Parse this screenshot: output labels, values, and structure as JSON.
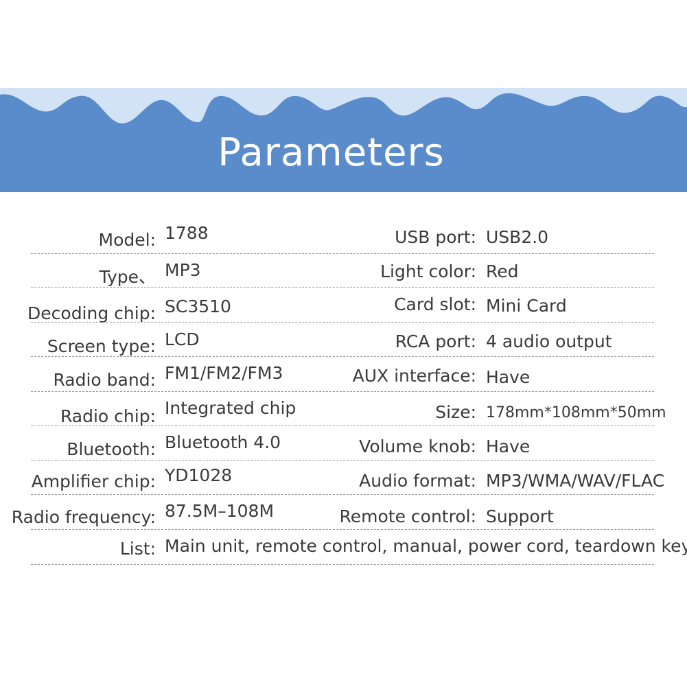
{
  "header": {
    "title": "Parameters"
  },
  "colors": {
    "banner": "#5a8bca",
    "wave_light": "#d2e3f5",
    "text": "#3a3a3a",
    "rule": "#9a9a9a"
  },
  "params": {
    "left": [
      {
        "label": "Model:",
        "value": "1788"
      },
      {
        "label": "Type、",
        "value": "MP3"
      },
      {
        "label": "Decoding chip:",
        "value": "SC3510"
      },
      {
        "label": "Screen type:",
        "value": "LCD"
      },
      {
        "label": "Radio band:",
        "value": "FM1/FM2/FM3"
      },
      {
        "label": "Radio chip:",
        "value": "Integrated chip"
      },
      {
        "label": "Bluetooth:",
        "value": "Bluetooth 4.0"
      },
      {
        "label": "Amplifier chip:",
        "value": "YD1028"
      },
      {
        "label": "Radio frequency:",
        "value": "87.5M–108M"
      }
    ],
    "right": [
      {
        "label": "USB port:",
        "value": "USB2.0"
      },
      {
        "label": "Light color:",
        "value": "Red"
      },
      {
        "label": "Card slot:",
        "value": "Mini Card"
      },
      {
        "label": "RCA port:",
        "value": "4 audio output"
      },
      {
        "label": "AUX interface:",
        "value": "Have"
      },
      {
        "label": "Size:",
        "value": "178mm*108mm*50mm"
      },
      {
        "label": "Volume knob:",
        "value": "Have"
      },
      {
        "label": "Audio format:",
        "value": "MP3/WMA/WAV/FLAC"
      },
      {
        "label": "Remote control:",
        "value": "Support"
      }
    ],
    "list": {
      "label": "List:",
      "value": "Main unit, remote control, manual, power cord, teardown key"
    }
  }
}
